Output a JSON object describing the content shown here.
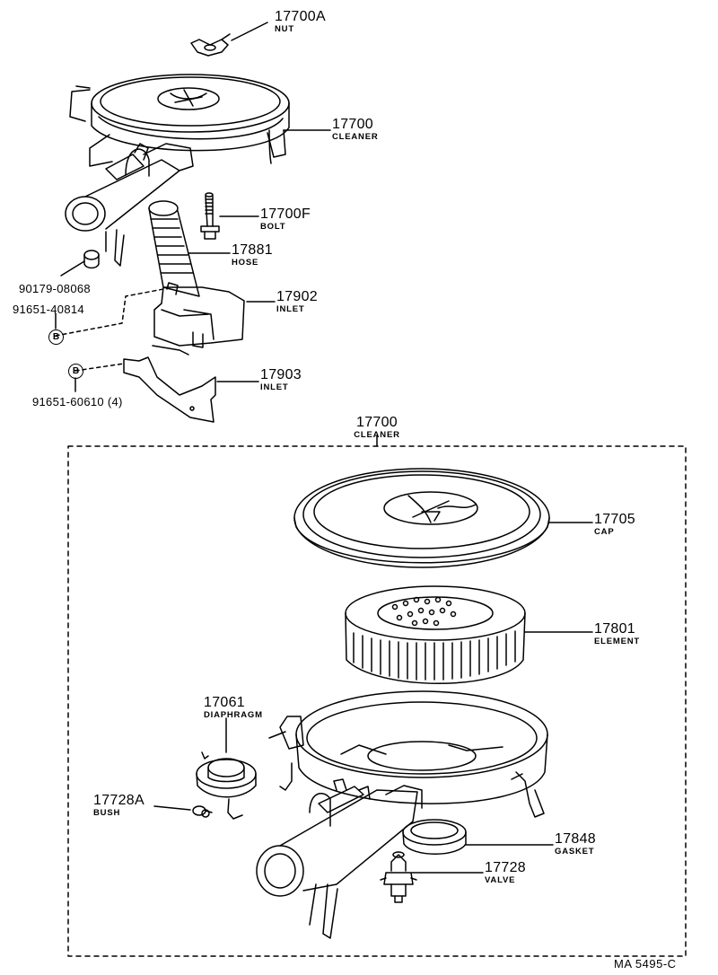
{
  "upper": {
    "nut": {
      "part": "17700A",
      "name": "NUT"
    },
    "cleaner": {
      "part": "17700",
      "name": "CLEANER"
    },
    "bolt": {
      "part": "17700F",
      "name": "BOLT"
    },
    "hose": {
      "part": "17881",
      "name": "HOSE"
    },
    "inlet_a": {
      "part": "17902",
      "name": "INLET"
    },
    "inlet_b": {
      "part": "17903",
      "name": "INLET"
    },
    "screw": {
      "part": "90179-08068"
    },
    "bolt_b1": {
      "part": "91651-40814",
      "symbol": "B"
    },
    "bolt_b2": {
      "part": "91651-60610 (4)",
      "symbol": "B"
    }
  },
  "assembly": {
    "title": {
      "part": "17700",
      "name": "CLEANER"
    },
    "cap": {
      "part": "17705",
      "name": "CAP"
    },
    "element": {
      "part": "17801",
      "name": "ELEMENT"
    },
    "diaphragm": {
      "part": "17061",
      "name": "DIAPHRAGM"
    },
    "bush": {
      "part": "17728A",
      "name": "BUSH"
    },
    "gasket": {
      "part": "17848",
      "name": "GASKET"
    },
    "valve": {
      "part": "17728",
      "name": "VALVE"
    }
  },
  "footer": {
    "code": "MA  5495-C"
  }
}
